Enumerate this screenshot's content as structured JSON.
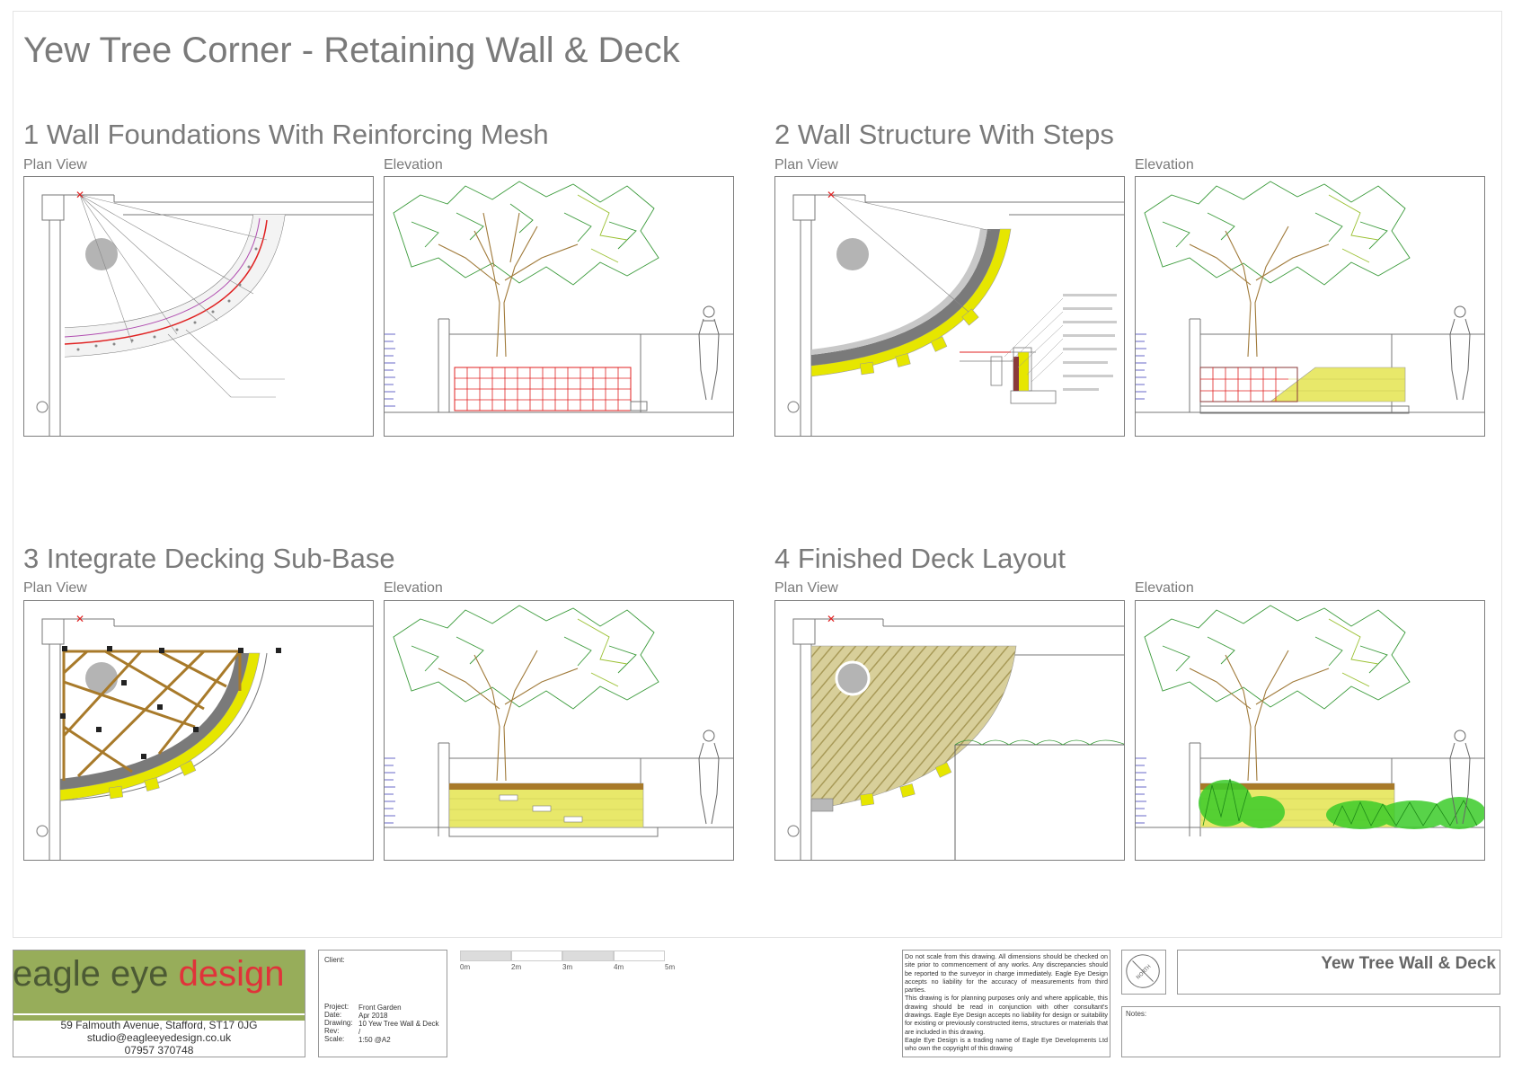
{
  "title": "Yew Tree Corner - Retaining Wall & Deck",
  "sections": [
    {
      "title": "1 Wall Foundations With Reinforcing Mesh",
      "plan_label": "Plan View",
      "elevation_label": "Elevation"
    },
    {
      "title": "2 Wall Structure With Steps",
      "plan_label": "Plan View",
      "elevation_label": "Elevation"
    },
    {
      "title": "3 Integrate Decking Sub-Base",
      "plan_label": "Plan View",
      "elevation_label": "Elevation"
    },
    {
      "title": "4 Finished Deck Layout",
      "plan_label": "Plan View",
      "elevation_label": "Elevation"
    }
  ],
  "company": {
    "logo_part1": "eagle eye ",
    "logo_part2": "design",
    "address": "59 Falmouth Avenue, Stafford, ST17 0JG",
    "email": "studio@eagleeyedesign.co.uk",
    "phone": "07957 370748"
  },
  "project": {
    "client_label": "Client:",
    "project_label": "Project:",
    "project_value": "Front Garden",
    "date_label": "Date:",
    "date_value": "Apr 2018",
    "drawing_label": "Drawing:",
    "drawing_value": "10 Yew Tree Wall & Deck",
    "rev_label": "Rev:",
    "rev_value": "/",
    "scale_label": "Scale:",
    "scale_value": "1:50 @A2"
  },
  "scale_ticks": [
    "0m",
    "2m",
    "3m",
    "4m",
    "5m"
  ],
  "disclaimer": {
    "p1": "Do not scale from this drawing. All dimensions should be checked on site prior to commencement of any works. Any discrepancies should be reported to the surveyor in charge immediately. Eagle Eye Design accepts no liability for the accuracy of measurements from third parties.",
    "p2": "This drawing is for planning purposes only and where applicable, this drawing should be read in conjunction with other consultant's drawings. Eagle Eye Design accepts no liability for design or suitability for existing or previously constructed items, structures or materials that are included in this drawing.",
    "p3": "Eagle Eye Design is a trading name of Eagle Eye Developments Ltd who own the copyright of this drawing"
  },
  "north_label": "NORTH",
  "drawing_title": "Yew Tree Wall & Deck",
  "notes_label": "Notes:",
  "colors": {
    "brand_green": "#97ad5a",
    "brand_red": "#e0333a",
    "wall_yellow": "#e6e600",
    "timber": "#a87a2a",
    "mesh_red": "#e02020"
  }
}
